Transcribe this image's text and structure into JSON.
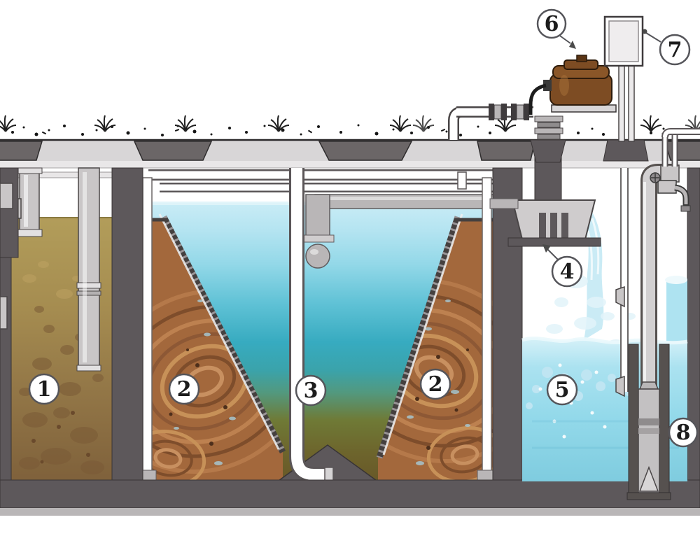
{
  "diagram": {
    "callouts": [
      {
        "number": "1"
      },
      {
        "number": "2"
      },
      {
        "number": "3"
      },
      {
        "number": "2"
      },
      {
        "number": "4"
      },
      {
        "number": "5"
      },
      {
        "number": "6"
      },
      {
        "number": "7"
      },
      {
        "number": "8"
      }
    ]
  },
  "colors": {
    "wall": "#5d585b",
    "slab": "#d8d6d7",
    "lid": "#6b6667",
    "media_base": "#a3683c",
    "media_swirl_light": "#c89060",
    "media_swirl_dark": "#7e4d2b",
    "tank1_liquid_top": "#b29d5a",
    "tank1_liquid_bottom": "#7f613b",
    "aeration_water_top": "#c9ecf6",
    "aeration_water_mid": "#37abc0",
    "aeration_water_bottom": "#685828",
    "clear_water": "#93d9ea",
    "compressor_body": "#7d4c23",
    "pipe_metal": "#c9c6c7",
    "label_stroke": "#55555a"
  }
}
